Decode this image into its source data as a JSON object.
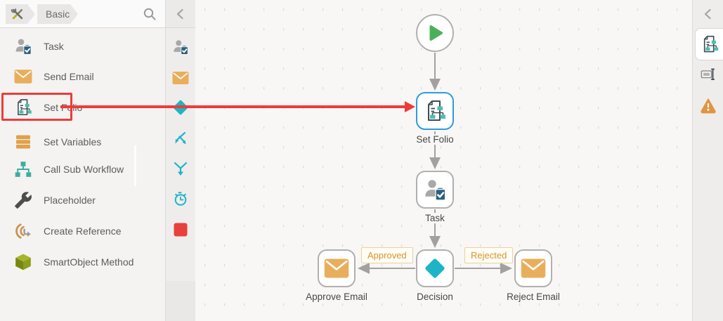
{
  "header": {
    "root_icon": "tools-icon",
    "breadcrumb_item": "Basic",
    "search_icon": "search-icon"
  },
  "sidebar": {
    "items": [
      {
        "label": "Task",
        "icon": "task-icon"
      },
      {
        "label": "Send Email",
        "icon": "email-icon"
      },
      {
        "label": "Set Folio",
        "icon": "folio-icon",
        "highlighted": true
      },
      {
        "label": "Set Variables",
        "icon": "variables-icon"
      },
      {
        "label": "Call Sub Workflow",
        "icon": "sub-workflow-icon"
      },
      {
        "label": "Placeholder",
        "icon": "wrench-icon"
      },
      {
        "label": "Create Reference",
        "icon": "reference-icon"
      },
      {
        "label": "SmartObject Method",
        "icon": "smartobject-icon"
      }
    ]
  },
  "toolstrip": {
    "collapse_icon": "chevron-left-icon",
    "icons": [
      "task-icon",
      "email-icon",
      "decision-icon",
      "split-icon",
      "merge-icon",
      "timer-icon",
      "end-icon"
    ]
  },
  "canvas": {
    "nodes": [
      {
        "id": "start",
        "type": "start",
        "label": ""
      },
      {
        "id": "set-folio",
        "type": "folio",
        "label": "Set Folio",
        "selected": true
      },
      {
        "id": "task",
        "type": "task",
        "label": "Task"
      },
      {
        "id": "decision",
        "type": "decision",
        "label": "Decision"
      },
      {
        "id": "approve-email",
        "type": "email",
        "label": "Approve Email"
      },
      {
        "id": "reject-email",
        "type": "email",
        "label": "Reject Email"
      }
    ],
    "branch_labels": [
      {
        "text": "Approved"
      },
      {
        "text": "Rejected"
      }
    ]
  },
  "right_panel": {
    "collapse_icon": "chevron-left-icon",
    "selected_tool_icon": "folio-icon",
    "icons": [
      "rename-field-icon",
      "warning-icon"
    ]
  },
  "annotation": {
    "type": "red-highlight-and-arrow",
    "highlighted_item": "Set Folio",
    "points_to": "Set Folio canvas node"
  },
  "colors": {
    "teal": "#1db5c6",
    "teal_folio": "#4cbfb0",
    "orange_email": "#e9ae5c",
    "orange_warning": "#e09542",
    "orange_bars": "#dfa14b",
    "red_annotation": "#ef3b38",
    "red_end": "#e8403c",
    "blue_selected_border": "#2e9bdb",
    "blue_clipboard": "#2b5f80",
    "green_start": "#4cb05b",
    "olive_cube": "#93a41f",
    "connector_gray": "#a3a1a0",
    "sidebar_bg": "#f4f3f1",
    "canvas_bg": "#f8f7f6"
  }
}
